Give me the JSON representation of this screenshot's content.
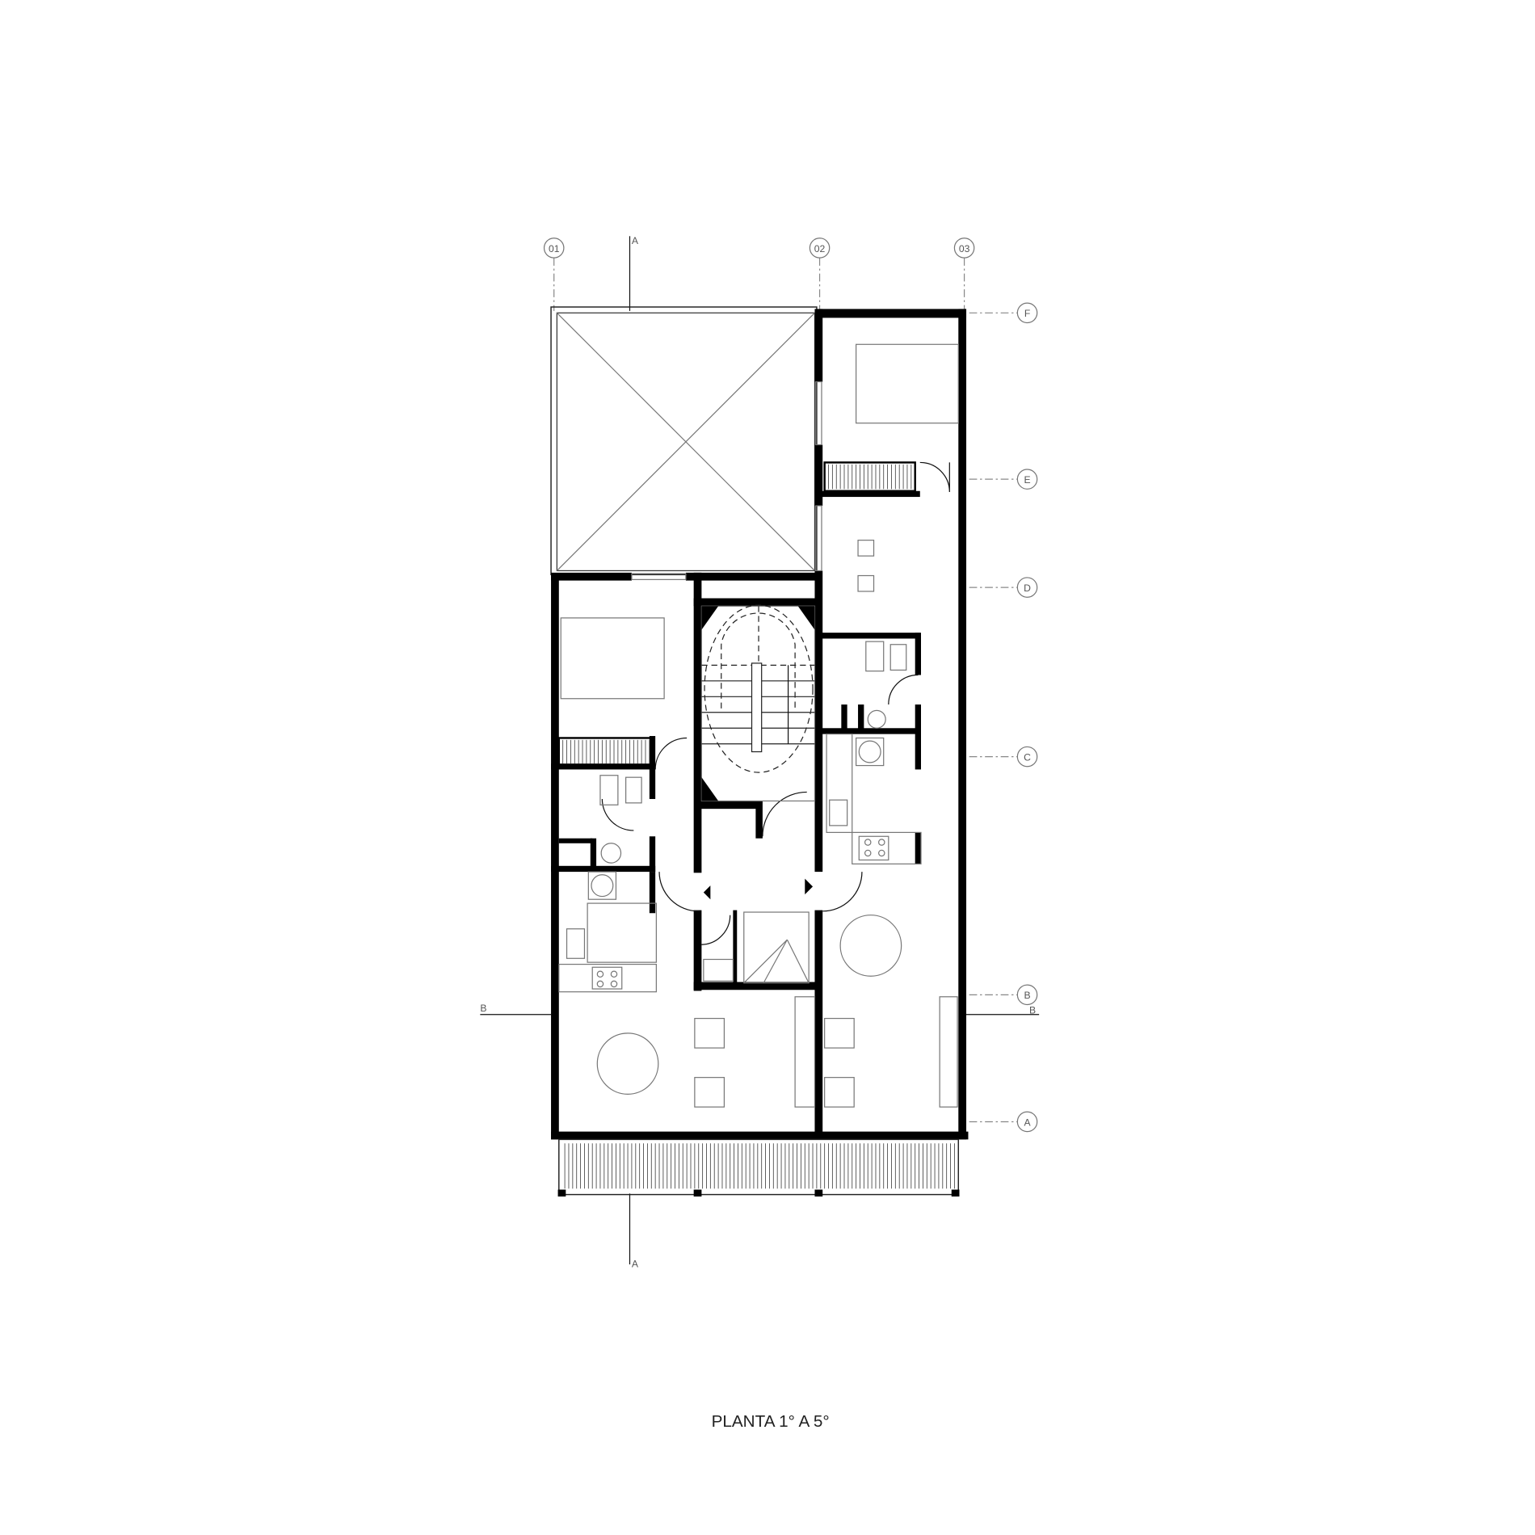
{
  "title": "PLANTA 1° A 5°",
  "grid_columns": [
    "01",
    "02",
    "03"
  ],
  "grid_rows": [
    "F",
    "E",
    "D",
    "C",
    "B",
    "A"
  ],
  "section_marks": {
    "a_top": "A",
    "a_bottom": "A",
    "b_left": "B",
    "b_right": "B"
  },
  "colors": {
    "wall": "#000000",
    "line": "#777777",
    "background": "#ffffff"
  }
}
